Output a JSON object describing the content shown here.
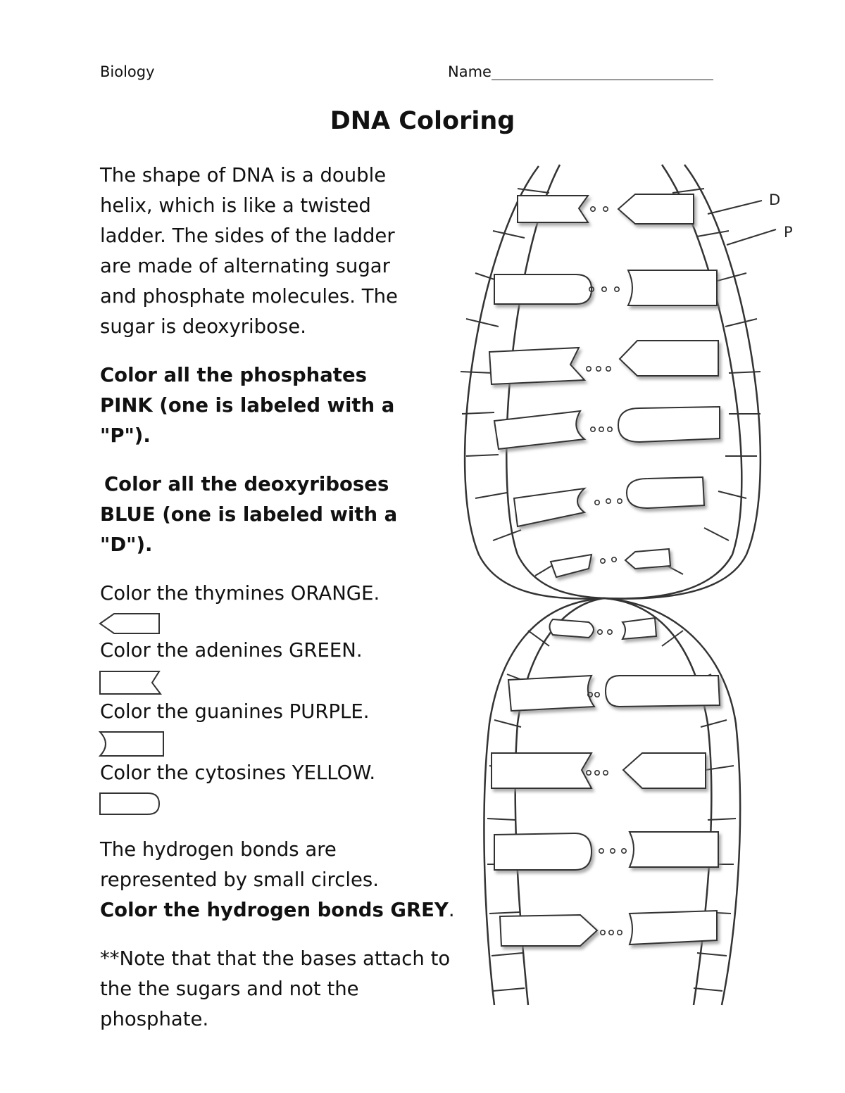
{
  "header": {
    "subject": "Biology",
    "name_label": "Name"
  },
  "title": "DNA Coloring",
  "intro": "The shape of DNA is a double helix, which is like a twisted ladder. The sides of the ladder are made of alternating sugar and phosphate molecules.  The sugar is deoxyribose.",
  "instructions": {
    "phosphates": "Color all the phosphates PINK (one is labeled with a \"P\").",
    "deoxyriboses": "Color all the deoxyriboses BLUE (one is labeled with a \"D\").",
    "thymines": "Color the thymines ORANGE.",
    "adenines": "Color the adenines GREEN.",
    "guanines": "Color the guanines PURPLE.",
    "cytosines": "Color the cytosines YELLOW.",
    "hbonds_intro": "The hydrogen bonds are represented by small circles.",
    "hbonds_color": "Color the hydrogen bonds GREY",
    "note": "**Note that that the bases attach to the the sugars and not the phosphate."
  },
  "diagram": {
    "label_d": "D",
    "label_p": "P"
  }
}
